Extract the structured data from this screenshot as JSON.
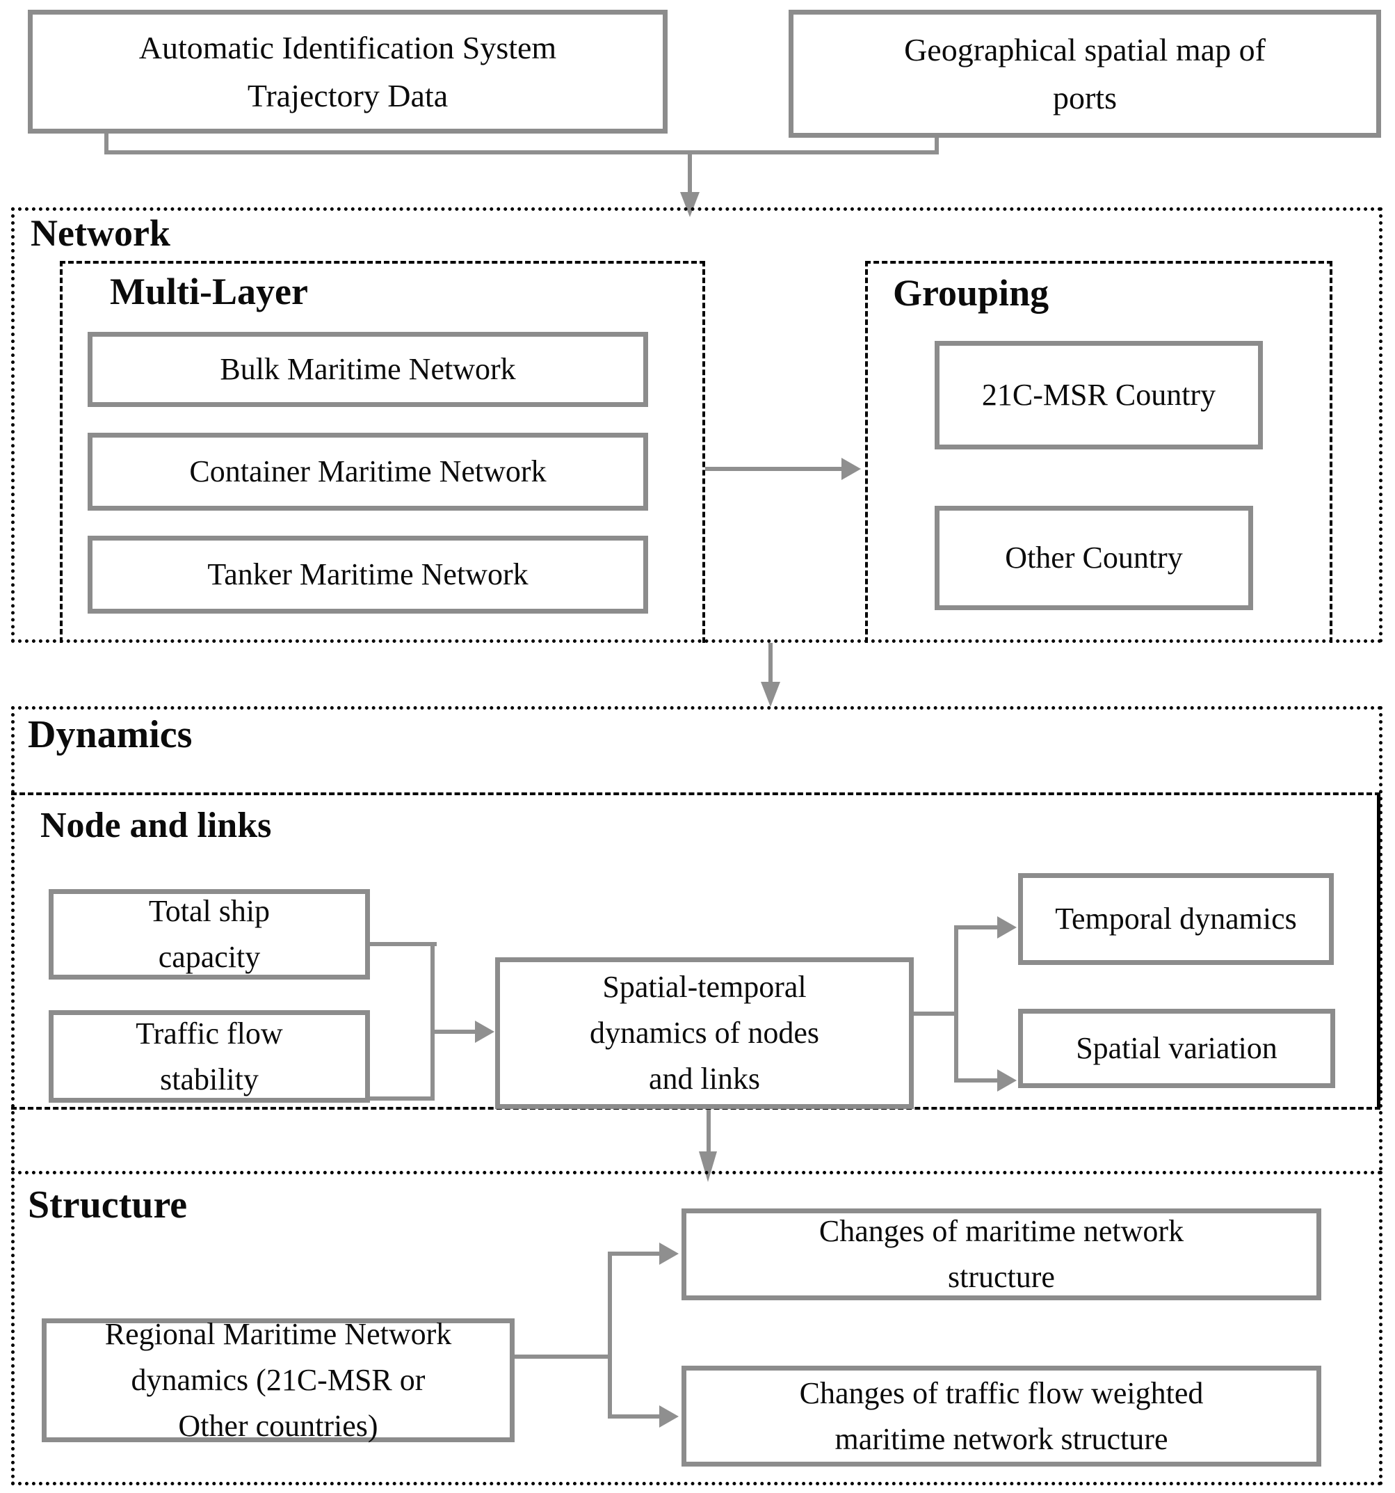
{
  "diagram": {
    "sources": {
      "ais": "Automatic Identification System\nTrajectory Data",
      "ports_map": "Geographical spatial map of\nports"
    },
    "network": {
      "label": "Network",
      "multi_layer": {
        "label": "Multi-Layer",
        "layers": [
          "Bulk Maritime Network",
          "Container Maritime Network",
          "Tanker Maritime Network"
        ]
      },
      "grouping": {
        "label": "Grouping",
        "groups": [
          "21C-MSR Country",
          "Other Country"
        ]
      }
    },
    "dynamics": {
      "label": "Dynamics",
      "node_and_links": {
        "label": "Node and links",
        "inputs": [
          "Total ship\ncapacity",
          "Traffic flow\nstability"
        ],
        "process": "Spatial-temporal\ndynamics of nodes\nand links",
        "outputs": [
          "Temporal dynamics",
          "Spatial variation"
        ]
      }
    },
    "structure": {
      "label": "Structure",
      "input": "Regional Maritime Network\ndynamics (21C-MSR or\nOther countries)",
      "outputs": [
        "Changes of maritime network\nstructure",
        "Changes of traffic flow weighted\nmaritime network structure"
      ]
    },
    "colors": {
      "box_border": "#8c8c8c",
      "connector": "#8f8f8f",
      "container_border": "#000000",
      "text": "#0b0b0b",
      "background": "#ffffff"
    }
  }
}
